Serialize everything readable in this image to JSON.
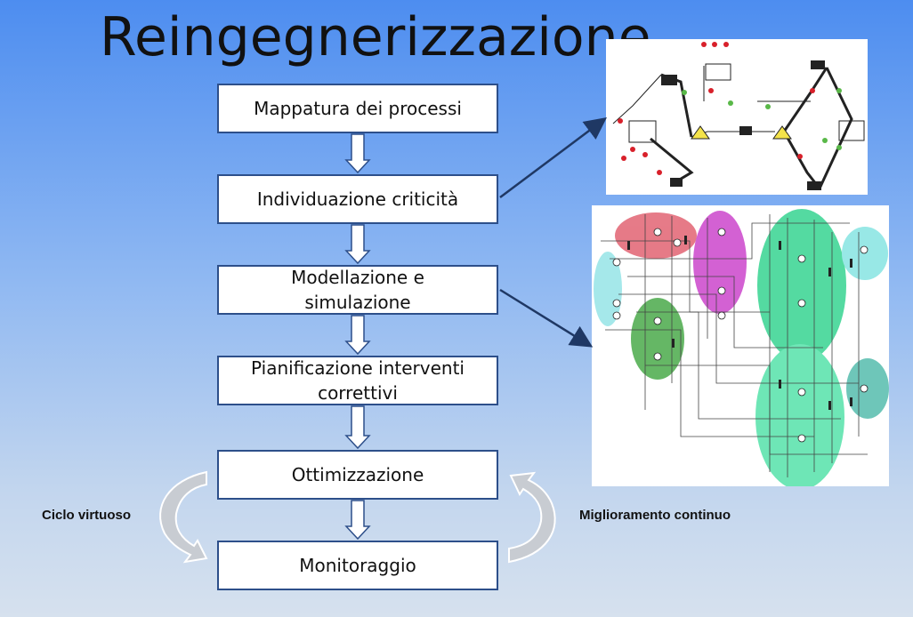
{
  "title": "Reingegnerizzazione",
  "steps": [
    "Mappatura dei processi",
    "Individuazione criticità",
    "Modellazione e simulazione",
    "Pianificazione interventi correttivi",
    "Ottimizzazione",
    "Monitoraggio"
  ],
  "labels": {
    "left": "Ciclo virtuoso",
    "right": "Miglioramento continuo"
  },
  "colors": {
    "box_border": "#2d4f8a",
    "arrow_fill": "#ffffff",
    "arrow_stroke": "#2d4f8a",
    "connector": "#1f3864",
    "curved_arrow": "#c8ccd2"
  }
}
